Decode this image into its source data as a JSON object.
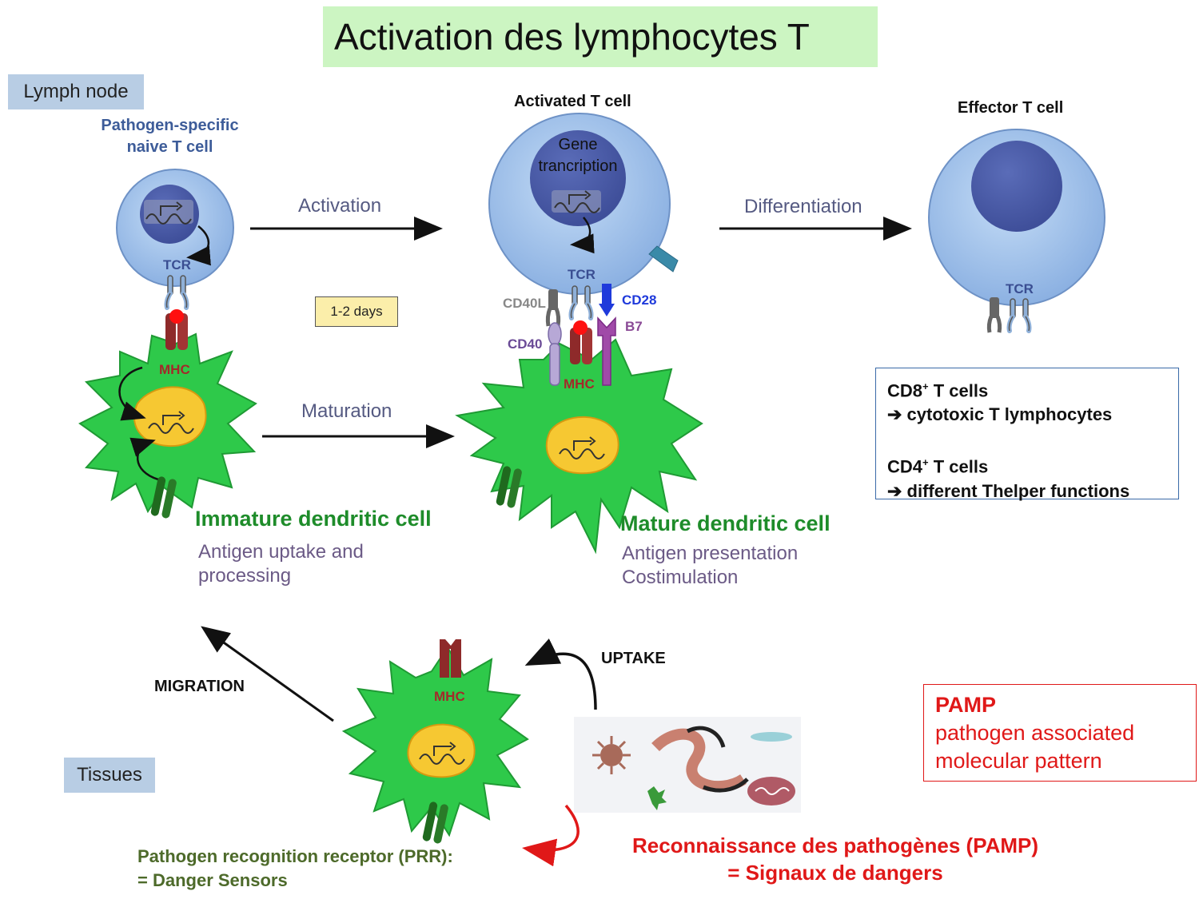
{
  "title": "Activation des lymphocytes T",
  "zones": {
    "lymph_node": "Lymph node",
    "tissues": "Tissues"
  },
  "cells": {
    "naive": {
      "label_line1": "Pathogen-specific",
      "label_line2": "naive T cell",
      "tcr": "TCR"
    },
    "activated": {
      "label": "Activated T cell",
      "nucleus_line1": "Gene",
      "nucleus_line2": "trancription",
      "tcr": "TCR",
      "cd40l": "CD40L",
      "cd28": "CD28",
      "b7": "B7",
      "cd40": "CD40",
      "mhc": "MHC"
    },
    "effector": {
      "label": "Effector T cell",
      "tcr": "TCR"
    }
  },
  "arrows": {
    "activation": "Activation",
    "differentiation": "Differentiation",
    "maturation": "Maturation",
    "migration": "MIGRATION",
    "uptake": "UPTAKE"
  },
  "timing": "1-2 days",
  "immature_dc": {
    "mhc": "MHC",
    "title": "Immature dendritic cell",
    "desc_line1": "Antigen uptake and",
    "desc_line2": "processing"
  },
  "mature_dc": {
    "title": "Mature dendritic cell",
    "desc_line1": "Antigen presentation",
    "desc_line2": "Costimulation"
  },
  "tissue_dc": {
    "mhc": "MHC"
  },
  "effector_info": {
    "cd8_label": "CD8",
    "cd8_sup": "+",
    "cd8_rest": " T cells",
    "cd8_result": "➔ cytotoxic T lymphocytes",
    "cd4_label": "CD4",
    "cd4_sup": "+",
    "cd4_rest": " T cells",
    "cd4_result": "➔ different Thelper functions"
  },
  "pamp": {
    "heading": "PAMP",
    "line1": "pathogen associated",
    "line2": "molecular pattern"
  },
  "recognition": {
    "line1": "Reconnaissance des pathogènes (PAMP)",
    "line2": "= Signaux de dangers"
  },
  "prr": {
    "line1": "Pathogen recognition receptor (PRR):",
    "line2": "= Danger Sensors"
  },
  "colors": {
    "title_bg": "#ccf5c2",
    "zone_bg": "#b8cde4",
    "tcell_fill": "#9ec0ea",
    "nucleus": "#4a5ca8",
    "dc_green": "#2ec94a",
    "dc_nucleus": "#f6c832",
    "mhc": "#8e2a2a",
    "danger_red": "#e01818"
  },
  "icons": [
    "gene-transcription-icon",
    "tcr-receptor-icon",
    "mhc-molecule-icon",
    "antigen-dot-icon",
    "cd40l-icon",
    "cd28-icon",
    "b7-icon",
    "cd40-icon",
    "prr-receptor-icon",
    "pathogens-image-icon"
  ]
}
